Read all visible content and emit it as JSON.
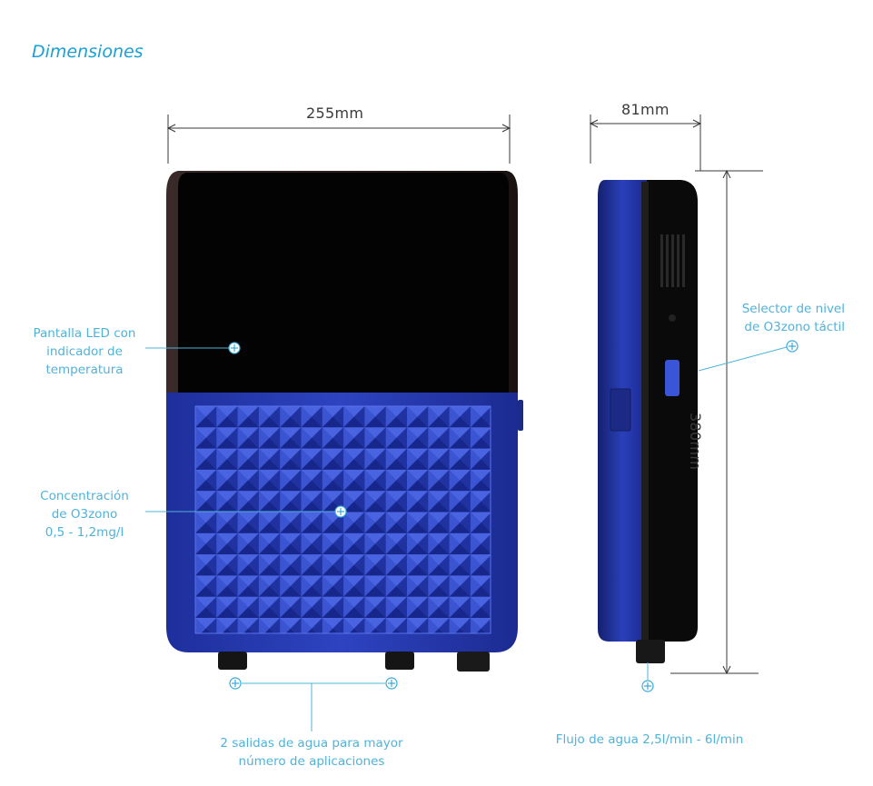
{
  "title": "Dimensiones",
  "dimensions": {
    "width": "255mm",
    "depth": "81mm",
    "height": "380mm"
  },
  "callouts": {
    "screen": [
      "Pantalla LED con",
      "indicador de",
      "temperatura"
    ],
    "concentration": [
      "Concentración",
      "de O3zono",
      "0,5 - 1,2mg/l"
    ],
    "outlets": [
      "2 salidas de agua para mayor",
      "número de aplicaciones"
    ],
    "selector": [
      "Selector de nivel",
      "de O3zono táctil"
    ],
    "flow": "Flujo de agua 2,5l/min - 6l/min"
  },
  "colors": {
    "accent": "#1a9fd6",
    "callout_text": "#4fb3d9",
    "device_blue": "#2a3fb0",
    "device_black": "#050505"
  },
  "icons": {
    "marker": "circle-plus-icon"
  }
}
